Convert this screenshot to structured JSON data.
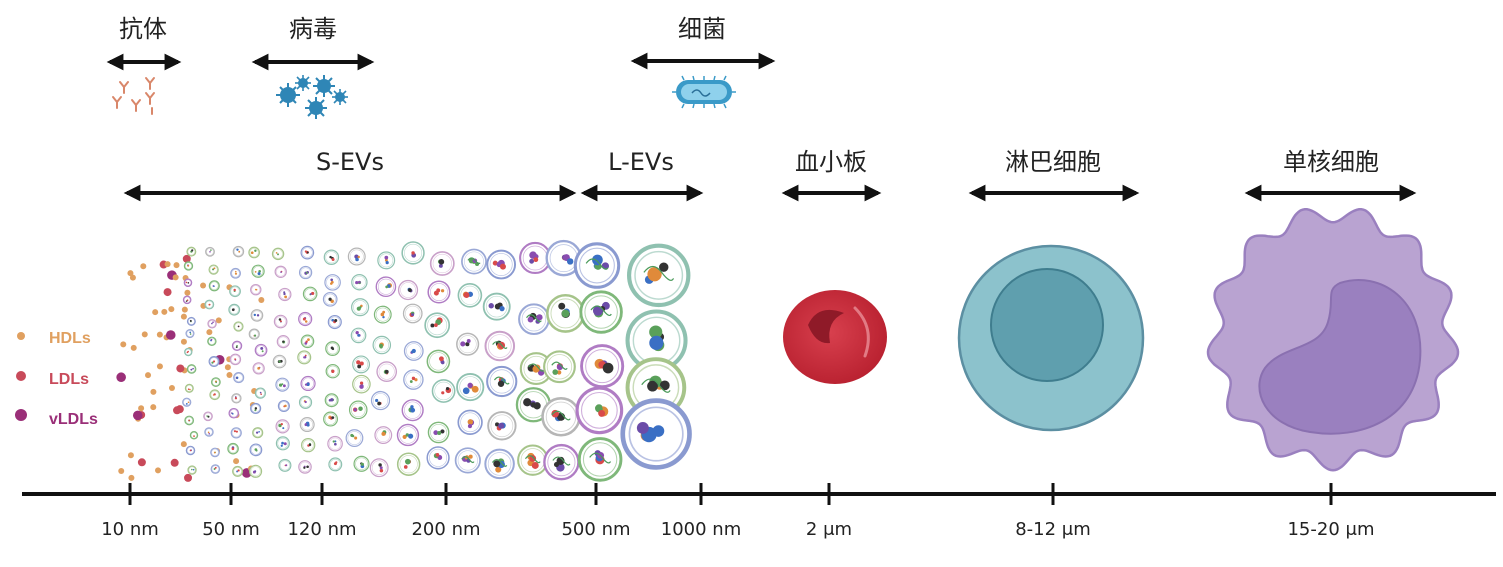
{
  "categories": {
    "antibody": "抗体",
    "virus": "病毒",
    "bacteria": "细菌",
    "s_evs": "S-EVs",
    "l_evs": "L-EVs",
    "platelet": "血小板",
    "lymphocyte": "淋巴细胞",
    "monocyte": "单核细胞"
  },
  "legend": [
    {
      "label": "HDLs",
      "color": "#e0a060"
    },
    {
      "label": "LDLs",
      "color": "#c84a5a"
    },
    {
      "label": "vLDLs",
      "color": "#9a2f78"
    }
  ],
  "axis_ticks": [
    "10 nm",
    "50 nm",
    "120 nm",
    "200 nm",
    "500 nm",
    "1000 nm",
    "2 μm",
    "8-12 μm",
    "15-20 μm"
  ],
  "colors": {
    "antibody": "#d9876a",
    "virus": "#2f86b6",
    "bacteria": "#3a9ac8",
    "platelet": "#c42a3a",
    "lymphocyte_outer": "#8cc2cc",
    "lymphocyte_nucleus": "#5f9fae",
    "monocyte_outer": "#b9a3d1",
    "monocyte_nucleus": "#9a80bf"
  }
}
